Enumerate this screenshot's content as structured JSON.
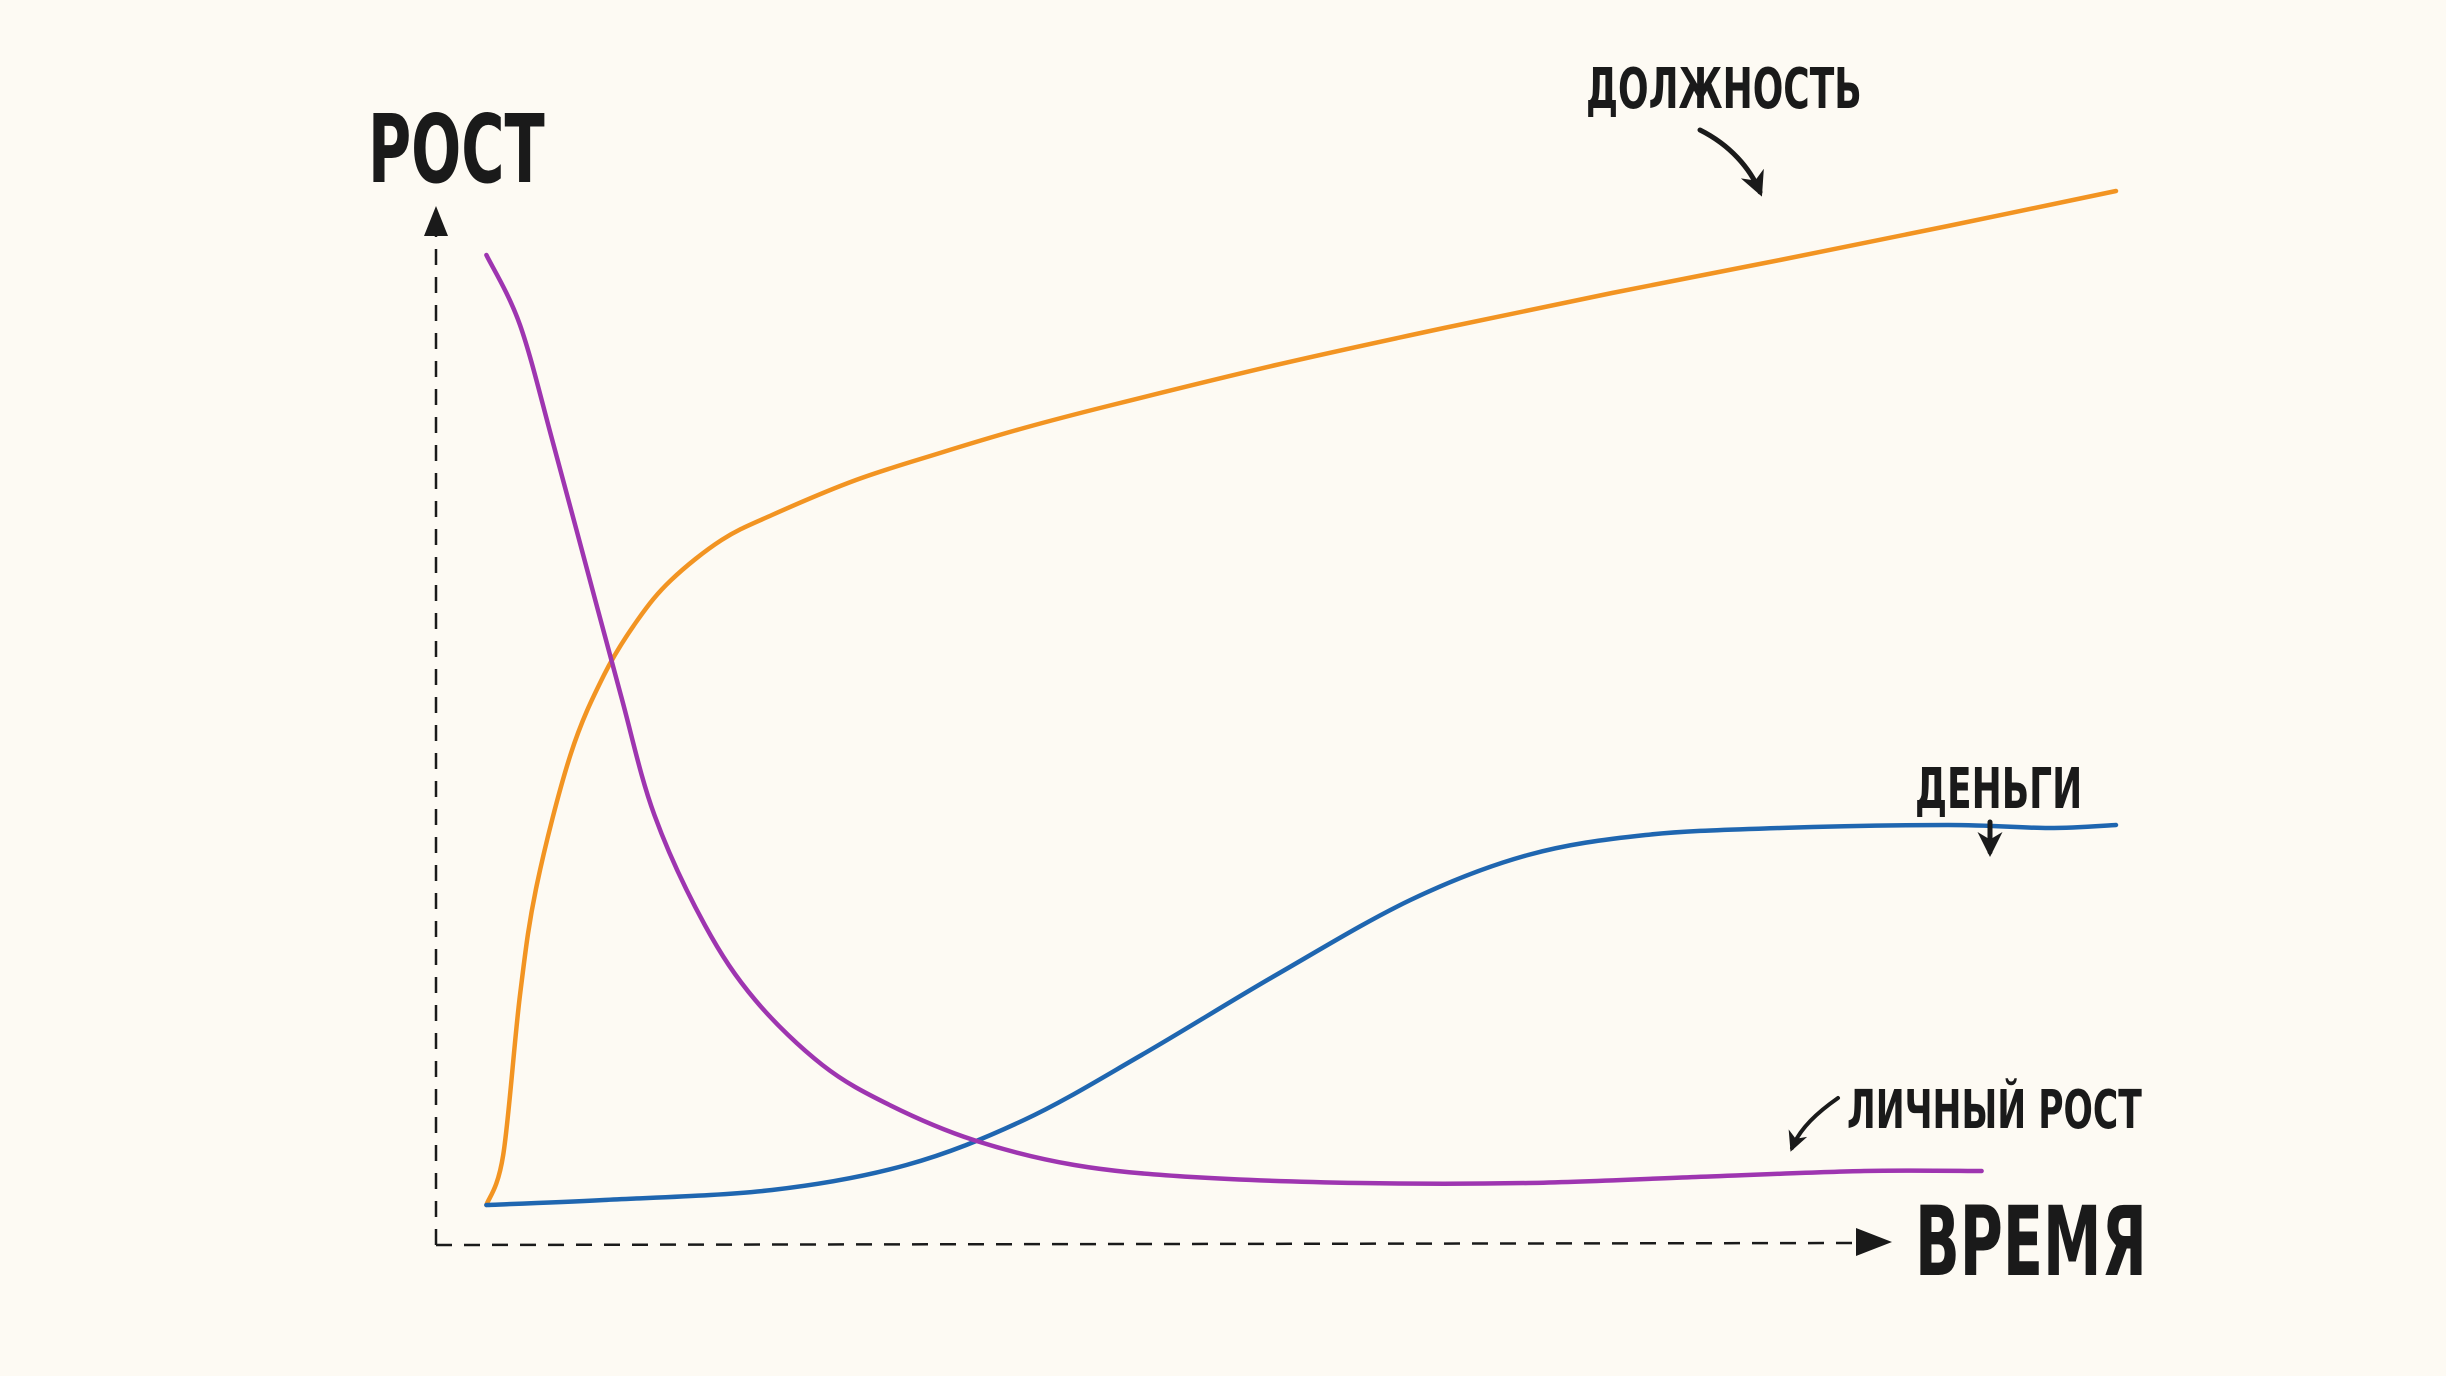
{
  "chart_data": {
    "type": "line",
    "title": "",
    "xlabel": "ВРЕМЯ",
    "ylabel": "РОСТ",
    "xlim": [
      0,
      100
    ],
    "ylim": [
      0,
      100
    ],
    "grid": false,
    "axes_style": "dashed",
    "tick_labels": false,
    "legend": "none",
    "series": [
      {
        "key": "position",
        "name": "ДОЛЖНОСТЬ",
        "color": "#f29422",
        "x": [
          3,
          4,
          5,
          6,
          8,
          10,
          12,
          14,
          17,
          20,
          25,
          30,
          35,
          40,
          50,
          60,
          70,
          80,
          90,
          100
        ],
        "y": [
          4,
          9,
          25,
          36,
          49,
          57,
          62.5,
          66.5,
          70.5,
          73,
          76.5,
          79.2,
          81.7,
          83.9,
          88,
          91.7,
          95.2,
          98.5,
          101.9,
          105.4
        ]
      },
      {
        "key": "money",
        "name": "ДЕНЬГИ",
        "color": "#1f66b0",
        "x": [
          3,
          10,
          20,
          28,
          35,
          42,
          50,
          58,
          65,
          72,
          80,
          90,
          96,
          100
        ],
        "y": [
          4,
          4.5,
          5.5,
          8,
          12.5,
          19,
          27,
          34.5,
          39,
          41,
          41.7,
          42,
          41.7,
          42
        ]
      },
      {
        "key": "personal",
        "name": "ЛИЧНЫЙ РОСТ",
        "color": "#9e35b0",
        "x": [
          3,
          5,
          7,
          9,
          11,
          13,
          16,
          19,
          23,
          27,
          32,
          38,
          45,
          55,
          65,
          75,
          85,
          92
        ],
        "y": [
          99,
          92,
          80,
          67.5,
          55,
          43,
          32,
          24.5,
          18,
          14,
          10.5,
          8,
          6.8,
          6.2,
          6.2,
          6.8,
          7.4,
          7.4
        ]
      }
    ]
  }
}
